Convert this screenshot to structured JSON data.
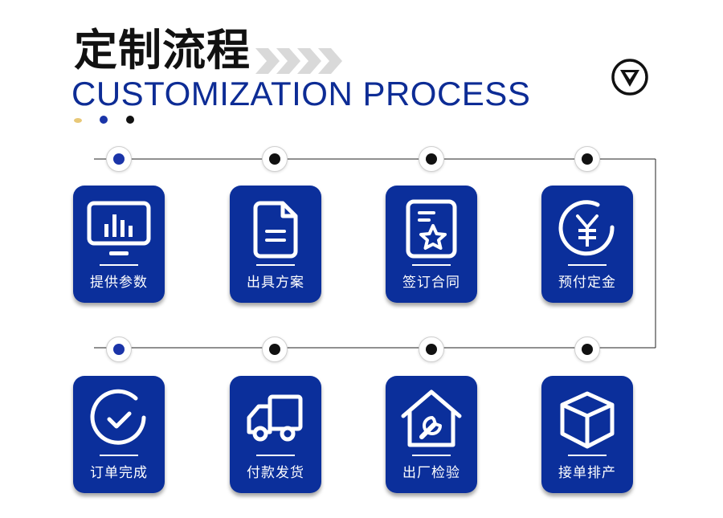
{
  "header": {
    "title": "定制流程",
    "subtitle": "CUSTOMIZATION PROCESS",
    "dot_colors": [
      "#e8c877",
      "#1a34a8",
      "#111111"
    ]
  },
  "colors": {
    "card_blue": "#0b2f9b",
    "accent_blue": "#1a34a8",
    "subtitle_blue": "#0d2c95",
    "node_black": "#111111",
    "chevron_gray": "#d9d9d9"
  },
  "steps": [
    {
      "label": "提供参数",
      "icon": "monitor-chart-icon"
    },
    {
      "label": "出具方案",
      "icon": "document-icon"
    },
    {
      "label": "签订合同",
      "icon": "contract-star-icon"
    },
    {
      "label": "预付定金",
      "icon": "yen-coin-icon"
    },
    {
      "label": "订单完成",
      "icon": "check-circle-icon"
    },
    {
      "label": "付款发货",
      "icon": "delivery-truck-icon"
    },
    {
      "label": "出厂检验",
      "icon": "house-wrench-icon"
    },
    {
      "label": "接单排产",
      "icon": "package-box-icon"
    }
  ]
}
